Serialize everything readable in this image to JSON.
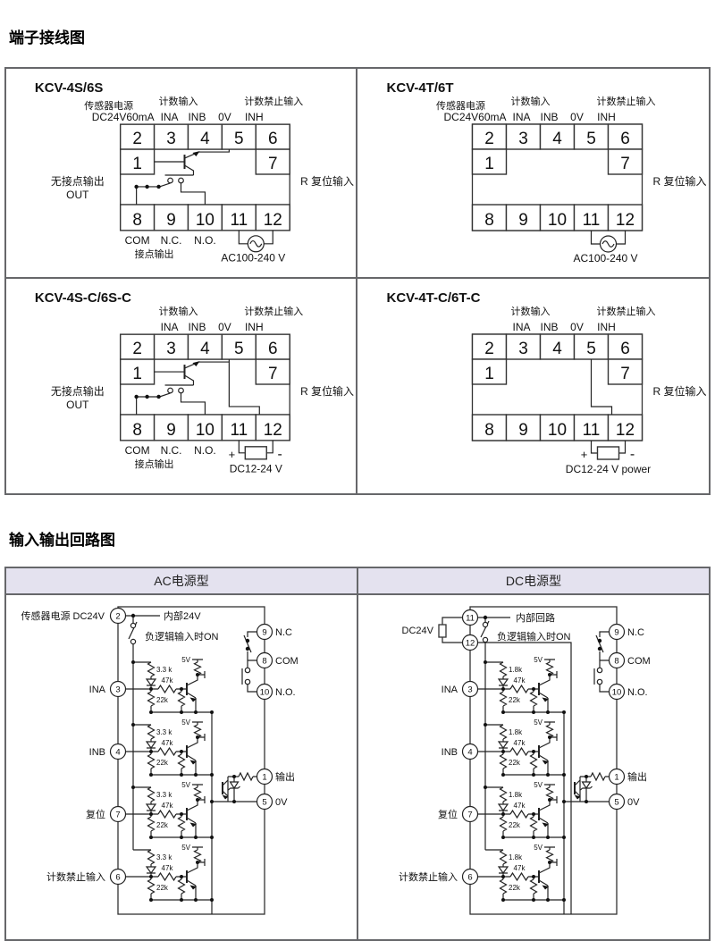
{
  "page": {
    "section1_title": "端子接线图",
    "section2_title": "输入输出回路图"
  },
  "shared": {
    "sensor_power": "传感器电源",
    "sensor_power_spec": "DC24V60mA",
    "count_input": "计数输入",
    "count_inhibit": "计数禁止输入",
    "ina": "INA",
    "inb": "INB",
    "zero_v": "0V",
    "inh": "INH",
    "terminals_top": [
      "2",
      "3",
      "4",
      "5",
      "6"
    ],
    "terminal_left": "1",
    "terminal_right": "7",
    "terminals_bottom": [
      "8",
      "9",
      "10",
      "11",
      "12"
    ],
    "reset_input": "R 复位输入",
    "no_contact_output": "无接点输出",
    "out": "OUT",
    "com": "COM",
    "nc": "N.C.",
    "no": "N.O.",
    "contact_output": "接点输出",
    "ac_supply": "AC100-240 V",
    "dc_supply": "DC12-24 V",
    "dc_supply_power": "DC12-24 V power",
    "plus": "+",
    "minus": "-"
  },
  "panels": {
    "s": {
      "title": "KCV-4S/6S"
    },
    "t": {
      "title": "KCV-4T/6T"
    },
    "sc": {
      "title": "KCV-4S-C/6S-C"
    },
    "tc": {
      "title": "KCV-4T-C/6T-C"
    }
  },
  "circuits": {
    "ac_header": "AC电源型",
    "dc_header": "DC电源型",
    "ac": {
      "source": "传感器电源 DC24V",
      "source_num": "2",
      "internal": "内部24V",
      "r_in": "3.3 k"
    },
    "dc": {
      "source": "DC24V",
      "num_top": "11",
      "num_bottom": "12",
      "internal": "内部回路",
      "r_in": "1.8k"
    },
    "switch_note": "负逻辑输入时ON",
    "r_base": "47k",
    "r_pull": "22k",
    "v5": "5V",
    "in1": {
      "label": "INA",
      "num": "3"
    },
    "in2": {
      "label": "INB",
      "num": "4"
    },
    "in3": {
      "label": "复位",
      "num": "7"
    },
    "in4": {
      "label": "计数禁止输入",
      "num": "6"
    },
    "relay1": {
      "num": "9",
      "label": "N.C"
    },
    "relay2": {
      "num": "8",
      "label": "COM"
    },
    "relay3": {
      "num": "10",
      "label": "N.O."
    },
    "out1": {
      "num": "1",
      "label": "输出"
    },
    "out2": {
      "num": "5",
      "label": "0V"
    }
  },
  "colors": {
    "header_bg": "#e4e2ef",
    "frame_border": "#66676a",
    "wire": "#222222"
  }
}
